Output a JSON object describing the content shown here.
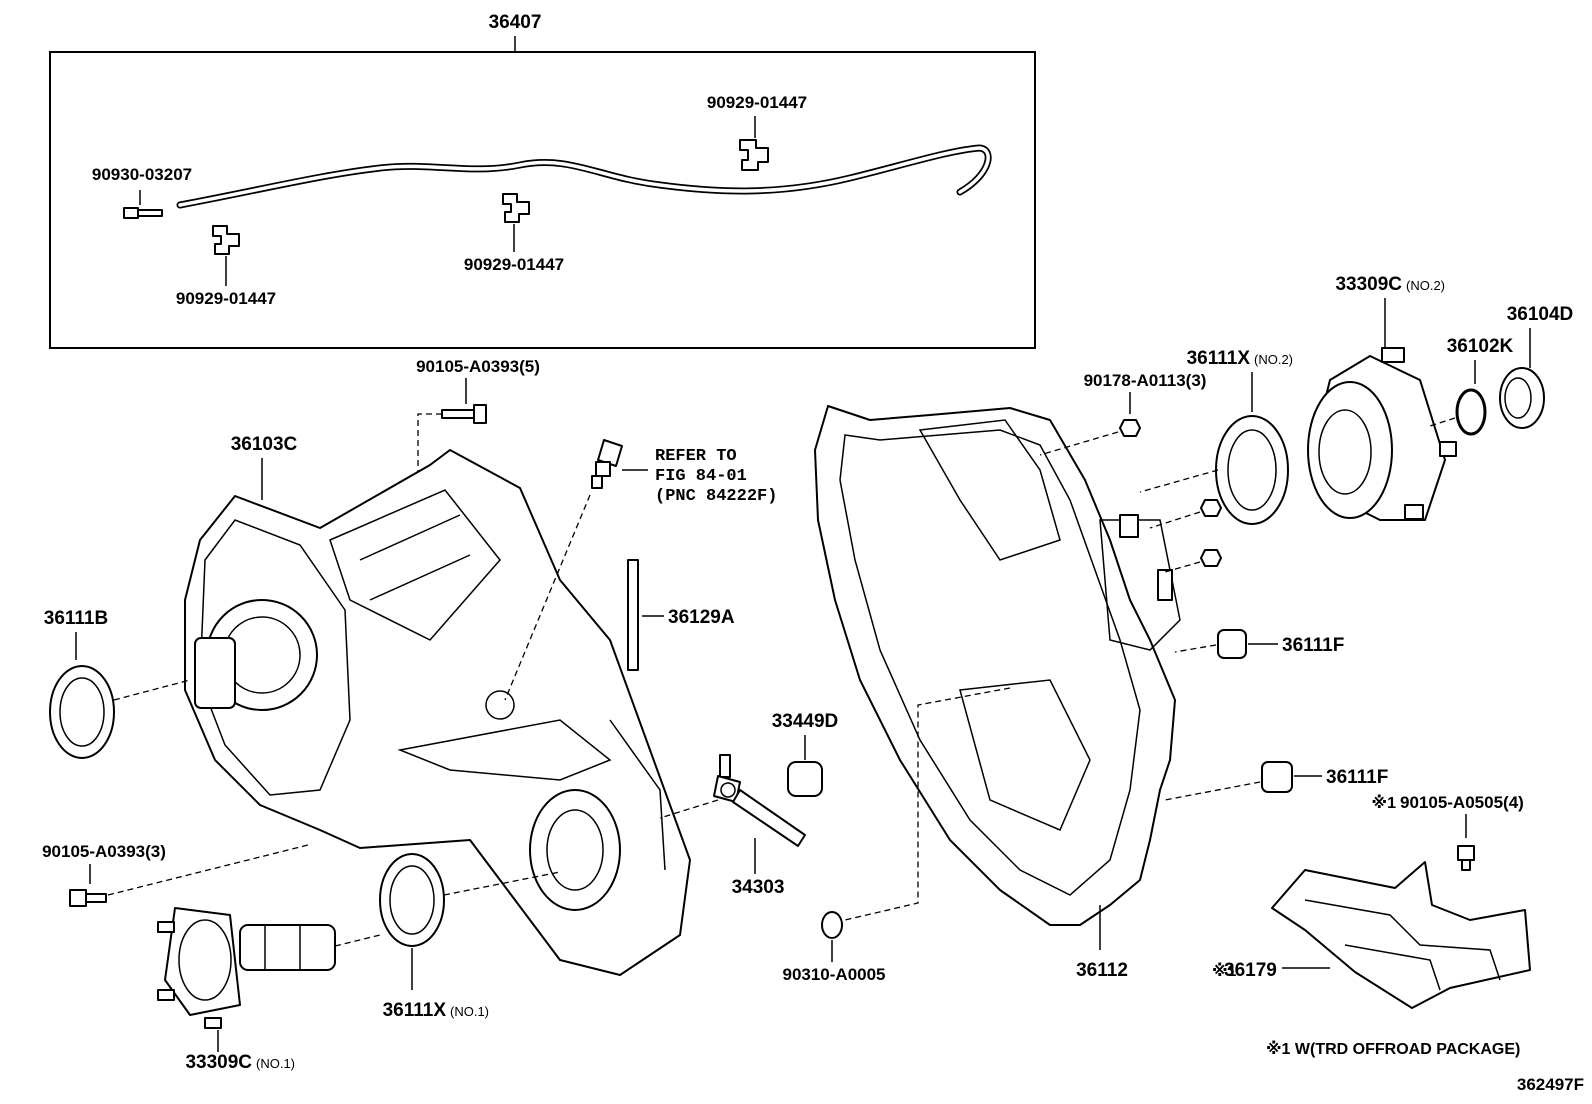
{
  "labels": {
    "p36407": "36407",
    "p90929_a": "90929-01447",
    "p90930": "90930-03207",
    "p90929_b": "90929-01447",
    "p90929_c": "90929-01447",
    "p90105_5": "90105-A0393(5)",
    "p36103c": "36103C",
    "refer1": "REFER TO",
    "refer2": "FIG 84-01",
    "refer3": "(PNC 84222F)",
    "p36111b": "36111B",
    "p36129a": "36129A",
    "p33449d": "33449D",
    "p34303": "34303",
    "p90105_3": "90105-A0393(3)",
    "p36111x1": "36111X",
    "p36111x1_suffix": "(NO.1)",
    "p33309c1": "33309C",
    "p33309c1_suffix": "(NO.1)",
    "p90310": "90310-A0005",
    "p36112": "36112",
    "p90178": "90178-A0113(3)",
    "p36111x2": "36111X",
    "p36111x2_suffix": "(NO.2)",
    "p33309c2": "33309C",
    "p33309c2_suffix": "(NO.2)",
    "p36102k": "36102K",
    "p36104d": "36104D",
    "p36111f_a": "36111F",
    "p36111f_b": "36111F",
    "p90105_4_mark": "※1",
    "p90105_4": "90105-A0505(4)",
    "p36179_mark": "※1",
    "p36179": "36179",
    "footnote": "※1 W(TRD OFFROAD PACKAGE)",
    "diagram_id": "362497F"
  }
}
